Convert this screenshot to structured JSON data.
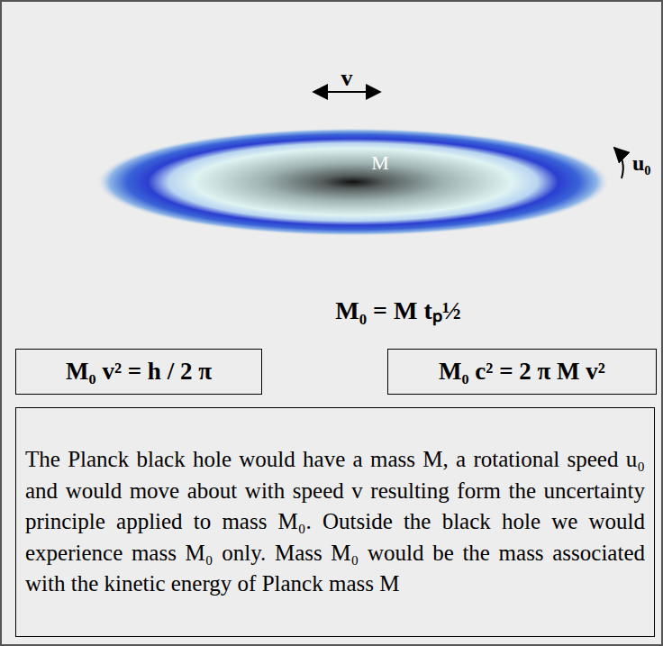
{
  "diagram": {
    "nodes": [
      {
        "text": [
          "M₀ v² = h / 2 π"
        ]
      },
      {
        "text": [
          "M₀ c² = 2 π M v²"
        ]
      },
      {
        "text": [
          "The Planck black hole would have a mass M, a rotational speed u₀ and would move about with speed v resulting form the uncertainty principle applied to mass M₀. Outside the black hole we would experience mass M₀ only. Mass M₀ would be the mass associated with the kinetic energy of Planck mass M"
        ]
      }
    ],
    "labels": [
      "v",
      "M",
      "u₀",
      "M₀ = M tₚ½"
    ]
  }
}
